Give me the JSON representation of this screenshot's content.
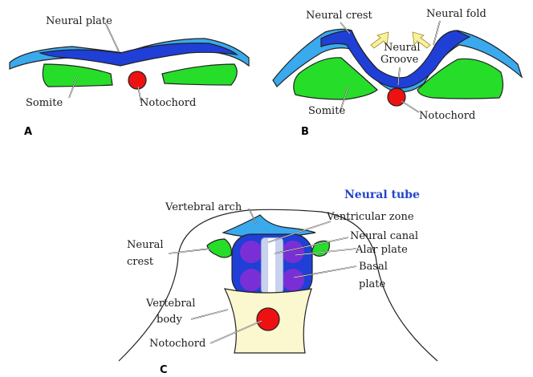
{
  "colors": {
    "neural_blue": "#1f3fd6",
    "light_blue": "#3aa9ee",
    "somite_green": "#26dd2a",
    "notochord_red": "#ee1111",
    "purple": "#7a2fd6",
    "canal_light": "#c8d2ee",
    "body_cream": "#fbf7cf",
    "title_blue": "#2244cc",
    "arrow_yellow": "#f7f0a0"
  },
  "panel_a": {
    "label": "A",
    "neural_plate": "Neural plate",
    "somite": "Somite",
    "notochord": "Notochord"
  },
  "panel_b": {
    "label": "B",
    "neural_crest": "Neural crest",
    "neural_fold": "Neural fold",
    "neural_groove_1": "Neural",
    "neural_groove_2": "Groove",
    "somite": "Somite",
    "notochord": "Notochord"
  },
  "panel_c": {
    "label": "C",
    "title": "Neural tube",
    "vertebral_arch": "Vertebral arch",
    "ventricular_zone": "Ventricular zone",
    "neural_canal": "Neural canal",
    "alar_plate": "Alar plate",
    "basal_plate_1": "Basal",
    "basal_plate_2": "plate",
    "neural_crest_1": "Neural",
    "neural_crest_2": "crest",
    "vertebral_body_1": "Vertebral",
    "vertebral_body_2": "body",
    "notochord": "Notochord"
  }
}
